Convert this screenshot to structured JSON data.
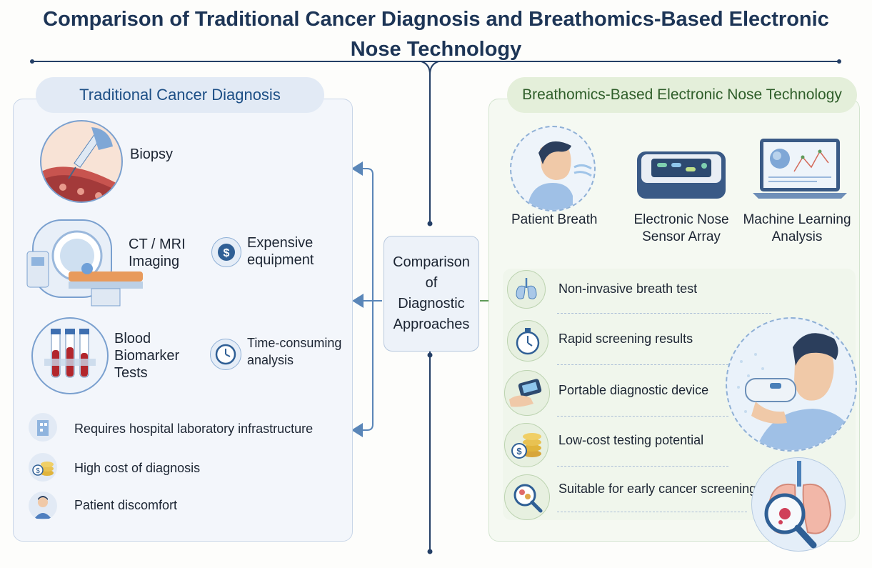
{
  "title_line1": "Comparison of Traditional Cancer Diagnosis and Breathomics-Based Electronic",
  "title_line2": "Nose Technology",
  "left": {
    "heading": "Traditional Cancer Diagnosis",
    "biopsy": "Biopsy",
    "ct_line1": "CT / MRI",
    "ct_line2": "Imaging",
    "expensive_line1": "Expensive",
    "expensive_line2": "equipment",
    "blood_line1": "Blood",
    "blood_line2": "Biomarker",
    "blood_line3": "Tests",
    "time_line1": "Time-consuming",
    "time_line2": "analysis",
    "bullet1": "Requires hospital laboratory infrastructure",
    "bullet2": "High cost of diagnosis",
    "bullet3": "Patient discomfort"
  },
  "center": {
    "line1": "Comparison",
    "line2": "of",
    "line3": "Diagnostic",
    "line4": "Approaches"
  },
  "right": {
    "heading": "Breathomics-Based Electronic Nose Technology",
    "step1": "Patient Breath",
    "step2_line1": "Electronic Nose",
    "step2_line2": "Sensor Array",
    "step3_line1": "Machine Learning",
    "step3_line2": "Analysis",
    "feature1": "Non-invasive breath test",
    "feature2": "Rapid screening results",
    "feature3": "Portable diagnostic device",
    "feature4": "Low-cost testing potential",
    "feature5": "Suitable for early cancer screening"
  },
  "colors": {
    "left_accent": "#1d4f86",
    "right_accent": "#2f5e2a",
    "connector": "#5a86b8"
  }
}
